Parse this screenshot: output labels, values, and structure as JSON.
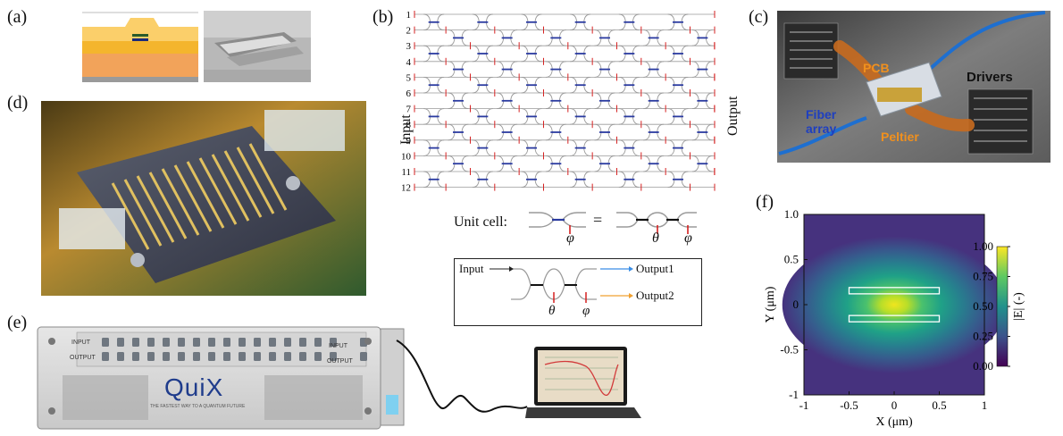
{
  "panels": {
    "a": {
      "label": "(a)"
    },
    "b": {
      "label": "(b)",
      "input_label": "Input",
      "output_label": "Output",
      "row_numbers": [
        "1",
        "2",
        "3",
        "4",
        "5",
        "6",
        "7",
        "8",
        "9",
        "10",
        "11",
        "12"
      ],
      "unit_cell_label": "Unit cell:",
      "equals": "=",
      "phi": "φ",
      "theta": "θ",
      "detail": {
        "input": "Input",
        "output1": "Output1",
        "output2": "Output2",
        "theta": "θ",
        "phi": "φ"
      }
    },
    "c": {
      "label": "(c)",
      "annotations": {
        "pcb": "PCB",
        "drivers": "Drivers",
        "fiber": "Fiber",
        "array": "array",
        "peltier": "Peltier"
      }
    },
    "d": {
      "label": "(d)"
    },
    "e": {
      "label": "(e)",
      "front_labels": {
        "input": "INPUT",
        "output": "OUTPUT"
      },
      "logo": "QuiX",
      "tagline": "THE FASTEST WAY TO A QUANTUM FUTURE"
    },
    "f": {
      "label": "(f)",
      "xlabel": "X (μm)",
      "ylabel": "Y (μm)",
      "colorbar_label": "|E| (-)"
    }
  },
  "colors": {
    "waveguide": "#9a9a9a",
    "theta_marker": "#2a3aa0",
    "phi_marker": "#d42020",
    "viridis_low": "#440154",
    "viridis_high": "#fde725"
  },
  "chart_data": {
    "type": "heatmap",
    "title": "",
    "xlabel": "X (μm)",
    "ylabel": "Y (μm)",
    "xlim": [
      -1,
      1
    ],
    "ylim": [
      -1,
      1
    ],
    "x_ticks": [
      "-1",
      "-0.5",
      "0",
      "0.5",
      "1"
    ],
    "y_ticks": [
      "1.0",
      "0.5",
      "0",
      "-0.5",
      "-1"
    ],
    "colorbar": {
      "label": "|E| (-)",
      "range": [
        0,
        1
      ],
      "ticks": [
        "1.00",
        "0.75",
        "0.50",
        "0.25",
        "0.00"
      ]
    },
    "waveguides": [
      {
        "x": [
          -0.5,
          0.5
        ],
        "y": [
          0.12,
          0.19
        ]
      },
      {
        "x": [
          -0.5,
          0.5
        ],
        "y": [
          -0.19,
          -0.12
        ]
      }
    ],
    "field_peak": {
      "x": 0,
      "y": 0,
      "value": 1.0
    }
  }
}
